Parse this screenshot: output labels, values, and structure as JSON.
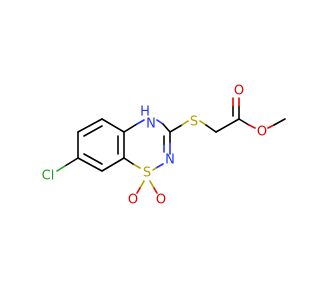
{
  "molecule": {
    "atoms": {
      "cl": "Cl",
      "nh": "H",
      "nh_n": "N",
      "s_thio": "S",
      "n_ring": "N",
      "s_sulfonyl": "S",
      "o_sulfonyl_1": "O",
      "o_sulfonyl_2": "O",
      "o_carbonyl": "O",
      "o_ester": "O"
    },
    "colors": {
      "carbon_bond": "#000000",
      "nitrogen": "#2233ff",
      "oxygen": "#e60000",
      "sulfur": "#b3a000",
      "chlorine": "#1fa01f"
    }
  }
}
